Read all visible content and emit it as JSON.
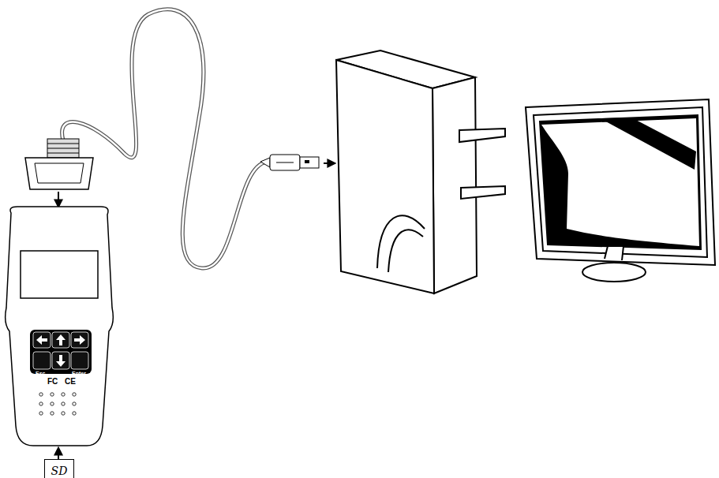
{
  "diagram": {
    "nodes": [
      {
        "text": [
          "SD"
        ]
      }
    ],
    "labels": [
      "Esc",
      "Enter",
      "FC",
      "CE"
    ]
  }
}
